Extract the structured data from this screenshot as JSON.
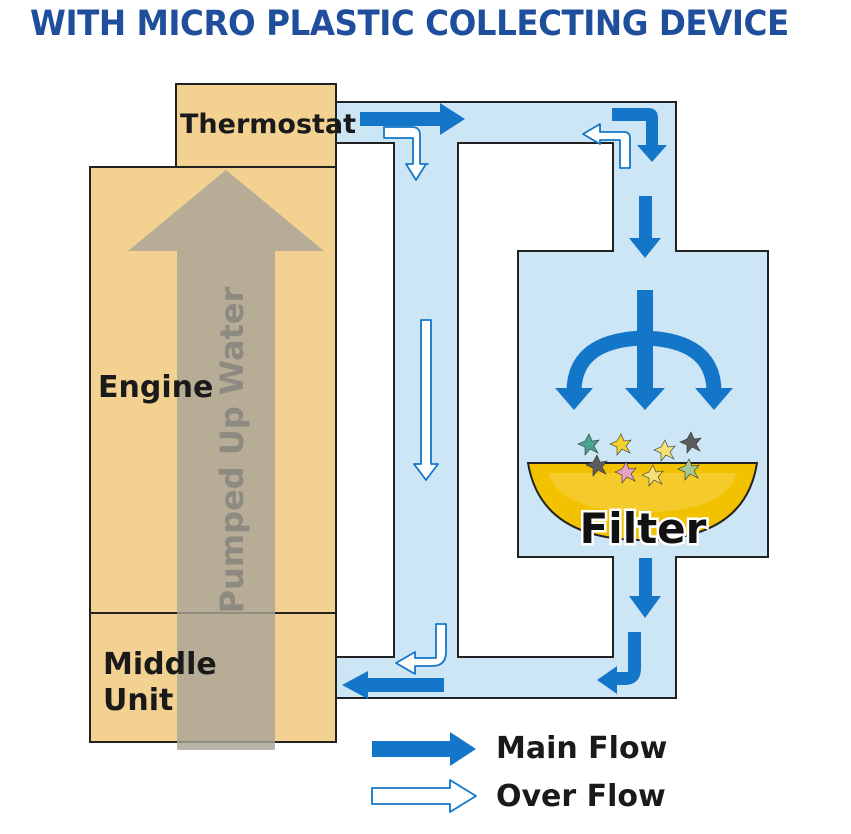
{
  "title": "WITH MICRO PLASTIC COLLECTING DEVICE",
  "labels": {
    "thermostat": "Thermostat",
    "engine": "Engine",
    "middle_unit_line1": "Middle",
    "middle_unit_line2": "Unit",
    "pumped_up_water": "Pumped Up Water",
    "filter": "Filter"
  },
  "legend": {
    "main_flow": "Main Flow",
    "over_flow": "Over Flow"
  },
  "colors": {
    "title": "#1f4f9c",
    "engine": "#f2d191",
    "pipe": "#cde6f6",
    "main_flow": "#1476c8",
    "filter_tray": "#f2c100",
    "gray_arrow": "#a9a397"
  }
}
